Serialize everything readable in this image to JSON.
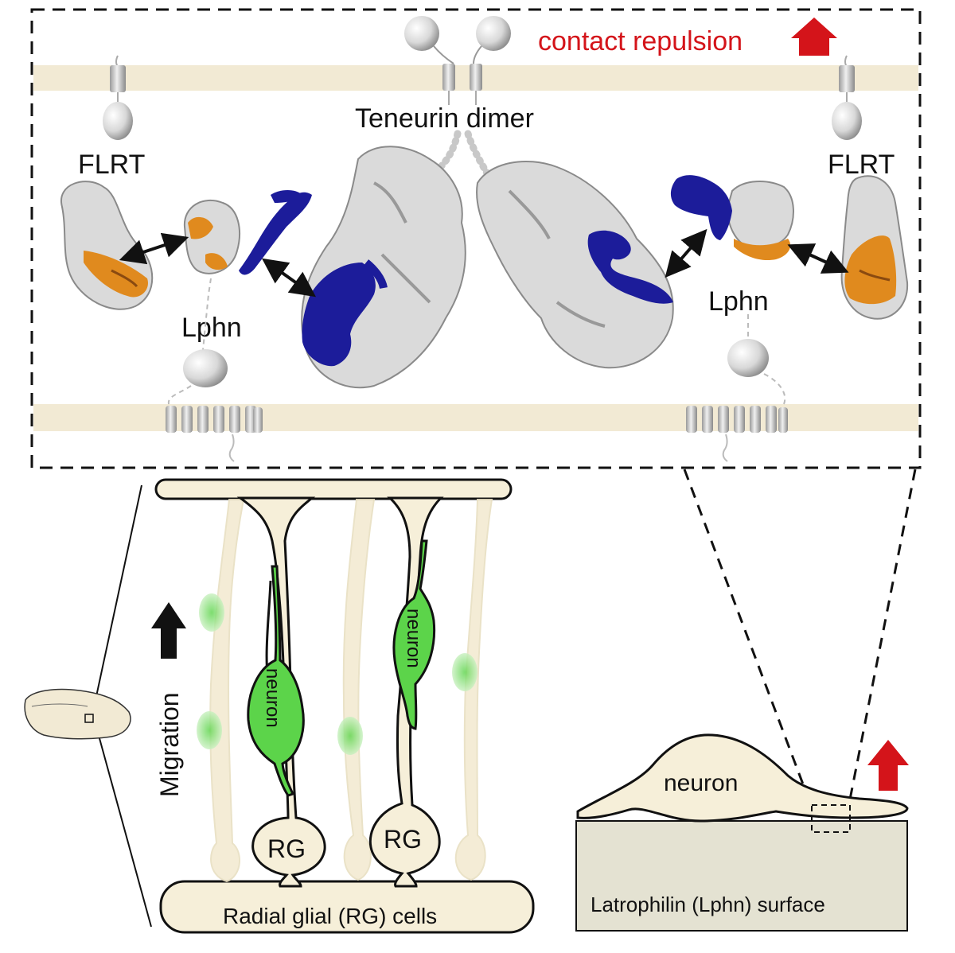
{
  "labels": {
    "contact_repulsion": "contact repulsion",
    "teneurin_dimer": "Teneurin dimer",
    "flrt_left": "FLRT",
    "flrt_right": "FLRT",
    "lphn_left": "Lphn",
    "lphn_right": "Lphn",
    "migration": "Migration",
    "neuron_1": "neuron",
    "neuron_2": "neuron",
    "rg_1": "RG",
    "rg_2": "RG",
    "rg_cells": "Radial glial (RG) cells",
    "neuron_cell": "neuron",
    "lphn_surface": "Latrophilin (Lphn) surface"
  },
  "colors": {
    "membrane": "#f2ead4",
    "cell_fill": "#f6efd9",
    "protein_grey": "#d9d9d9",
    "protein_dark": "#8a8a8a",
    "navy": "#1c1c9a",
    "orange": "#e08a1e",
    "green": "#5cd44a",
    "green_faded": "#a8e59c",
    "red": "#d4141a",
    "surface": "#e4e2d2"
  },
  "icons": {
    "up_arrow_red": "up-arrow-icon",
    "up_arrow_black": "up-arrow-icon",
    "brain": "brain-icon"
  }
}
